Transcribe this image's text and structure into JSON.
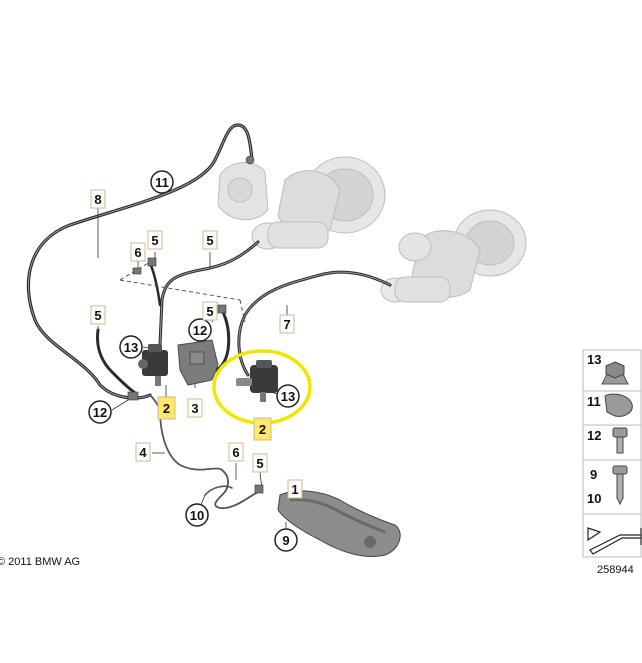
{
  "diagram": {
    "copyright": "© 2011 BMW AG",
    "drawing_number": "258944"
  },
  "callouts": {
    "c1": "1",
    "c2a": "2",
    "c2b": "2",
    "c3": "3",
    "c4": "4",
    "c5a": "5",
    "c5b": "5",
    "c5c": "5",
    "c5d": "5",
    "c5e": "5",
    "c6a": "6",
    "c6b": "6",
    "c7": "7",
    "c8": "8",
    "c9": "9",
    "c10": "10",
    "c11": "11",
    "c12a": "12",
    "c12b": "12",
    "c13a": "13",
    "c13b": "13"
  },
  "legend": {
    "item13": "13",
    "item11": "11",
    "item12": "12",
    "item9": "9",
    "item10": "10"
  },
  "colors": {
    "highlight_ring": "#f2e600",
    "highlight_box": "#fce86a",
    "callout_box_border": "#d6b98a"
  }
}
